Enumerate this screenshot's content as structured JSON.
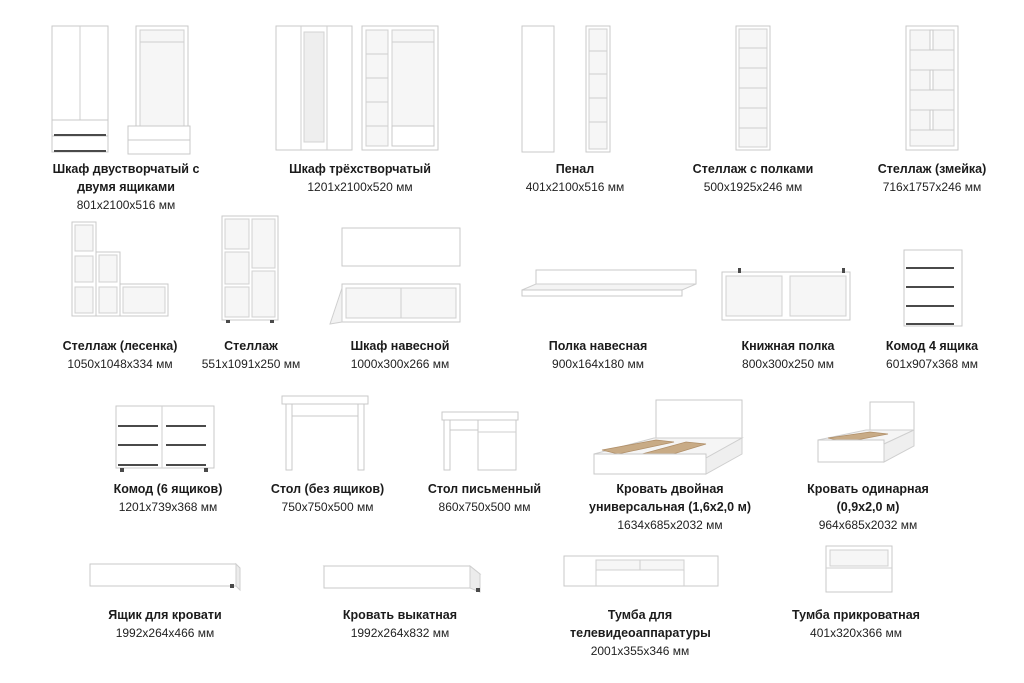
{
  "items": [
    {
      "name": "Шкаф двустворчатый с двумя ящиками",
      "dims": "801x2100x516 мм"
    },
    {
      "name": "Шкаф трёхстворчатый",
      "dims": "1201x2100x520 мм"
    },
    {
      "name": "Пенал",
      "dims": "401x2100x516 мм"
    },
    {
      "name": "Стеллаж с полками",
      "dims": "500x1925x246 мм"
    },
    {
      "name": "Стеллаж (змейка)",
      "dims": "716x1757x246 мм"
    },
    {
      "name": "Стеллаж (лесенка)",
      "dims": "1050x1048x334 мм"
    },
    {
      "name": "Стеллаж",
      "dims": "551x1091x250 мм"
    },
    {
      "name": "Шкаф навесной",
      "dims": "1000x300x266 мм"
    },
    {
      "name": "Полка навесная",
      "dims": "900x164x180 мм"
    },
    {
      "name": "Книжная полка",
      "dims": "800x300x250 мм"
    },
    {
      "name": "Комод 4 ящика",
      "dims": "601x907x368 мм"
    },
    {
      "name": "Комод (6 ящиков)",
      "dims": "1201x739x368 мм"
    },
    {
      "name": "Стол (без ящиков)",
      "dims": "750x750x500 мм"
    },
    {
      "name": "Стол письменный",
      "dims": "860x750x500 мм"
    },
    {
      "name": "Кровать  двойная универсальная (1,6х2,0 м)",
      "dims": "1634x685x2032 мм"
    },
    {
      "name": "Кровать одинарная (0,9х2,0 м)",
      "dims": "964x685x2032 мм"
    },
    {
      "name": "Ящик для кровати",
      "dims": "1992x264x466 мм"
    },
    {
      "name": "Кровать выкатная",
      "dims": "1992x264x832 мм"
    },
    {
      "name": "Тумба для телевидеоаппаратуры",
      "dims": "2001x355x346 мм"
    },
    {
      "name": "Тумба прикроватная",
      "dims": "401x320x366 мм"
    }
  ]
}
